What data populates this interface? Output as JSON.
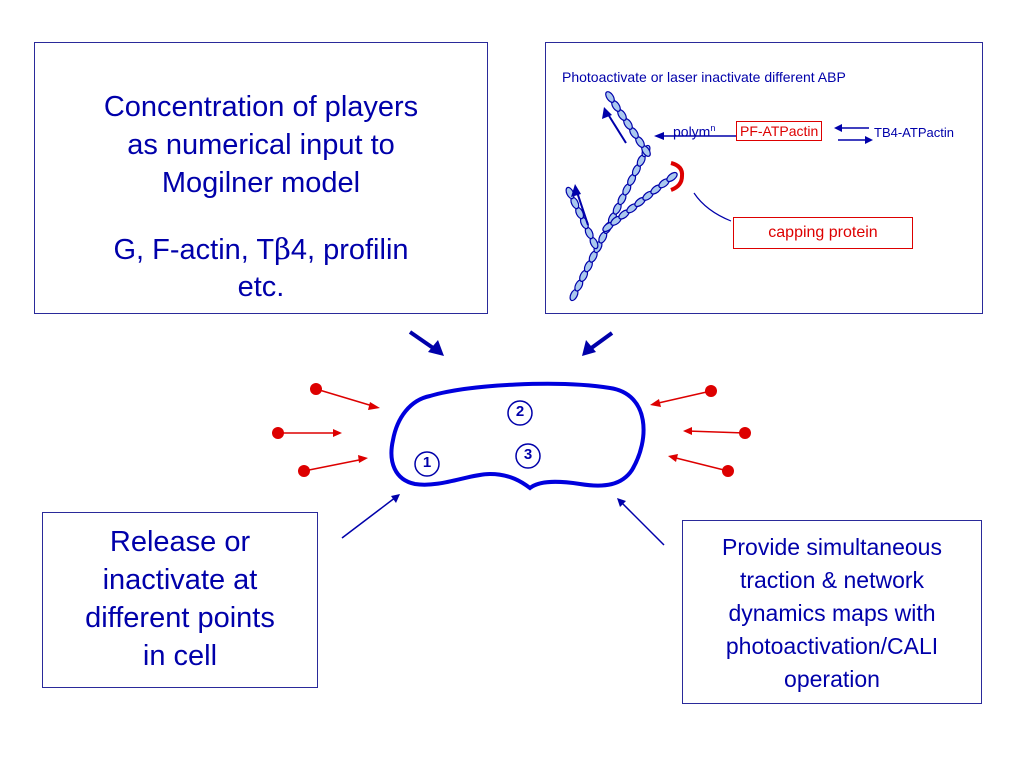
{
  "colors": {
    "blue": "#0000aa",
    "red": "#dd0000",
    "border": "#2a2a9a"
  },
  "top_left": {
    "line1": "Concentration of players",
    "line2": "as numerical input to",
    "line3": "Mogilner model",
    "line4_prefix": "G, F-actin, T",
    "line4_symbol": "β",
    "line4_suffix": "4, profilin",
    "line5": "etc."
  },
  "top_right": {
    "title": "Photoactivate or laser inactivate different ABP",
    "polym_label": "polym",
    "polym_sup": "n",
    "pf_atpactin": "PF-ATPactin",
    "tb4_atpactin": "TB4-ATPactin",
    "capping_protein": "capping protein"
  },
  "cell": {
    "point1": "1",
    "point2": "2",
    "point3": "3"
  },
  "bottom_left": {
    "line1": "Release or",
    "line2": "inactivate at",
    "line3": "different points",
    "line4": "in cell"
  },
  "bottom_right": {
    "line1": "Provide simultaneous",
    "line2": "traction & network",
    "line3": "dynamics maps with",
    "line4": "photoactivation/CALI",
    "line5": "operation"
  }
}
